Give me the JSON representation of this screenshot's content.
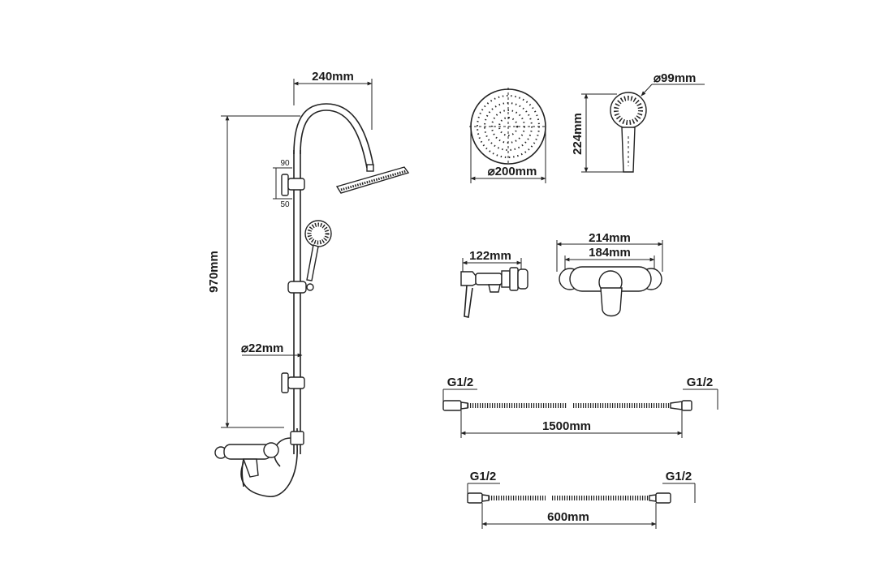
{
  "labels": {
    "arm_width": "240mm",
    "rail_height": "970mm",
    "bracket_top": "90",
    "bracket_bottom": "50",
    "rail_diameter": "⌀22mm",
    "head_diameter": "⌀200mm",
    "handset_length": "224mm",
    "handset_diameter": "⌀99mm",
    "mixer_depth": "122mm",
    "mixer_width_outer": "214mm",
    "mixer_width_inner": "184mm",
    "hose_long_left": "G1/2",
    "hose_long_right": "G1/2",
    "hose_long_length": "1500mm",
    "hose_short_left": "G1/2",
    "hose_short_right": "G1/2",
    "hose_short_length": "600mm"
  },
  "colors": {
    "line": "#222222",
    "background": "#ffffff"
  }
}
